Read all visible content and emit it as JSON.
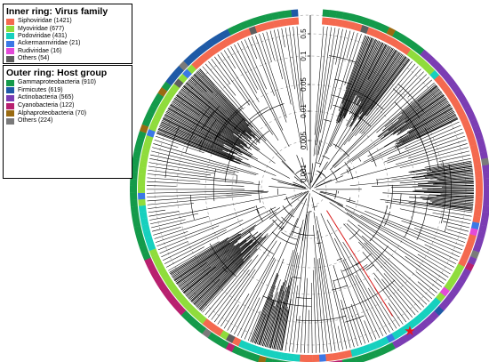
{
  "legend_inner": {
    "title": "Inner ring: Virus family",
    "items": [
      {
        "label": "Siphoviridae (1421)",
        "color": "#f4694f"
      },
      {
        "label": "Myoviridae (677)",
        "color": "#8fdc3c"
      },
      {
        "label": "Podoviridae (431)",
        "color": "#16d0be"
      },
      {
        "label": "Ackermannviridae (21)",
        "color": "#3b78e6"
      },
      {
        "label": "Rudiviridae (16)",
        "color": "#e34ad8"
      },
      {
        "label": "Others (54)",
        "color": "#5e5e5e"
      }
    ]
  },
  "legend_outer": {
    "title": "Outer ring: Host group",
    "items": [
      {
        "label": "Gammaproteobacteria (910)",
        "color": "#149a4a"
      },
      {
        "label": "Firmicutes (619)",
        "color": "#1f5aa6"
      },
      {
        "label": "Actinobacteria (565)",
        "color": "#7b3db3"
      },
      {
        "label": "Cyanobacteria (122)",
        "color": "#b8206f"
      },
      {
        "label": "Alphaproteobacteria (70)",
        "color": "#9a6b12"
      },
      {
        "label": "Others (224)",
        "color": "#7a7a7a"
      }
    ]
  },
  "scale_labels": [
    "0.5",
    "0.1",
    "0.05",
    "0.01",
    "0.005",
    "0.001"
  ],
  "marker": {
    "symbol": "★",
    "color": "#e8151b"
  }
}
